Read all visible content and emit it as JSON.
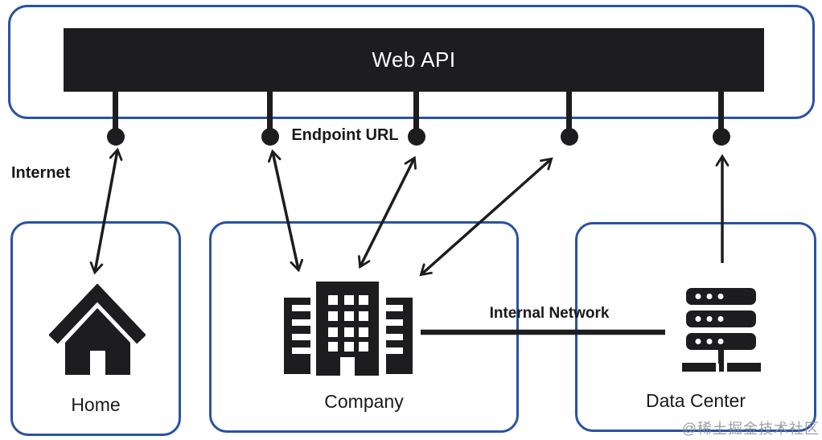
{
  "api_bar": {
    "label": "Web API"
  },
  "labels": {
    "endpoint": "Endpoint URL",
    "internet": "Internet",
    "internal_network": "Internal Network"
  },
  "endpoints": {
    "count": 5
  },
  "nodes": [
    {
      "id": "home",
      "label": "Home",
      "icon": "house-icon"
    },
    {
      "id": "company",
      "label": "Company",
      "icon": "office-building-icon"
    },
    {
      "id": "data-center",
      "label": "Data Center",
      "icon": "server-rack-icon"
    }
  ],
  "connections": [
    {
      "from": "endpoint-1",
      "to": "home",
      "arrow": "double"
    },
    {
      "from": "endpoint-2",
      "to": "company",
      "arrow": "double"
    },
    {
      "from": "endpoint-3",
      "to": "company",
      "arrow": "double"
    },
    {
      "from": "endpoint-4",
      "to": "company",
      "arrow": "double"
    },
    {
      "from": "data-center",
      "to": "endpoint-5",
      "arrow": "single-up"
    },
    {
      "from": "company",
      "to": "data-center",
      "arrow": "none",
      "label": "Internal Network"
    }
  ],
  "colors": {
    "blue": "#2a52a2",
    "black": "#1d1d1f",
    "text": "#1a1a1a",
    "watermark": "#8b8f96"
  },
  "watermark": "@稀土掘金技术社区"
}
